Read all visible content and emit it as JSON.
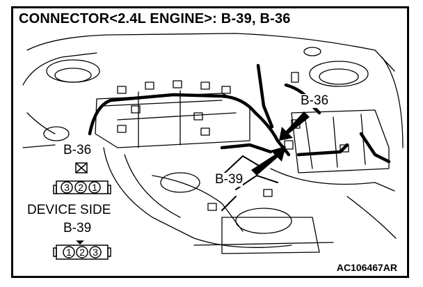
{
  "title": "CONNECTOR<2.4L ENGINE>: B-39, B-36",
  "callouts": {
    "engine_b36": "B-36",
    "engine_b39": "B-39"
  },
  "legend": {
    "connector_b36": {
      "label": "B-36",
      "pins": [
        "3",
        "2",
        "1"
      ]
    },
    "device_side": "DEVICE SIDE",
    "connector_b39": {
      "label": "B-39",
      "pins": [
        "1",
        "2",
        "3"
      ]
    }
  },
  "figure_id": "AC106467AR"
}
